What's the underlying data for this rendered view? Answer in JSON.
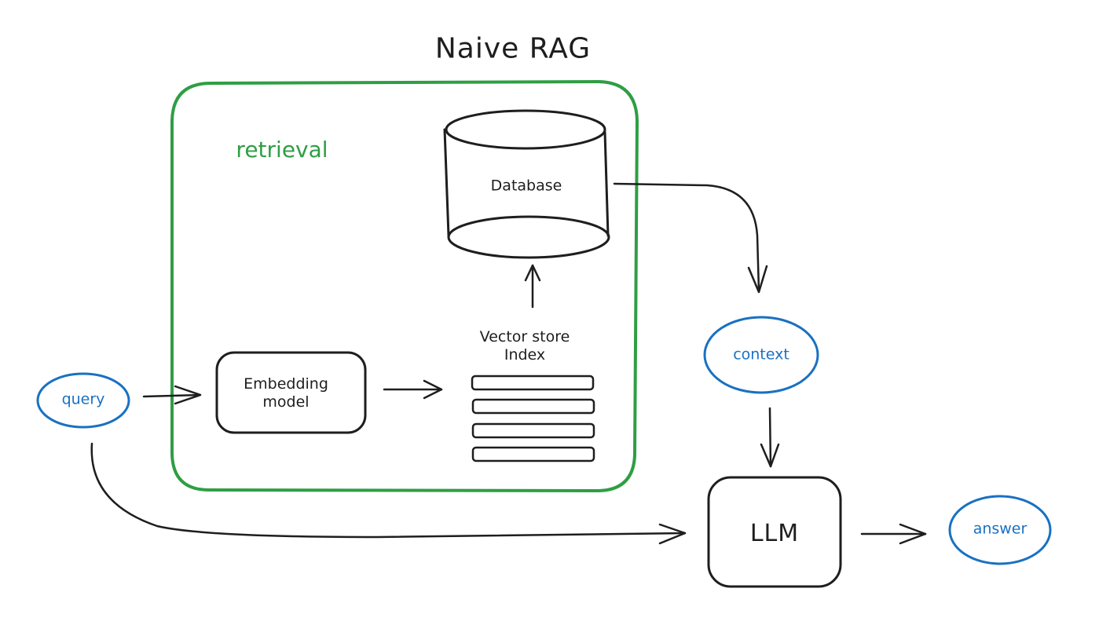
{
  "title": "Naive RAG",
  "colors": {
    "stroke": "#1e1e1e",
    "group": "#2f9e44",
    "io_node": "#1971c2",
    "background": "#ffffff"
  },
  "group": {
    "label": "retrieval"
  },
  "nodes": {
    "query": {
      "label": "query",
      "shape": "ellipse"
    },
    "embedding_model": {
      "label_line1": "Embedding",
      "label_line2": "model",
      "shape": "rounded-rectangle"
    },
    "vector_store": {
      "label_line1": "Vector store",
      "label_line2": "Index",
      "shape": "stacked-rows",
      "rows": 4
    },
    "database": {
      "label": "Database",
      "shape": "cylinder"
    },
    "context": {
      "label": "context",
      "shape": "ellipse"
    },
    "llm": {
      "label": "LLM",
      "shape": "rounded-rectangle"
    },
    "answer": {
      "label": "answer",
      "shape": "ellipse"
    }
  },
  "edges": [
    {
      "from": "query",
      "to": "embedding_model"
    },
    {
      "from": "embedding_model",
      "to": "vector_store"
    },
    {
      "from": "vector_store",
      "to": "database"
    },
    {
      "from": "database",
      "to": "context"
    },
    {
      "from": "context",
      "to": "llm"
    },
    {
      "from": "query",
      "to": "llm"
    },
    {
      "from": "llm",
      "to": "answer"
    }
  ]
}
